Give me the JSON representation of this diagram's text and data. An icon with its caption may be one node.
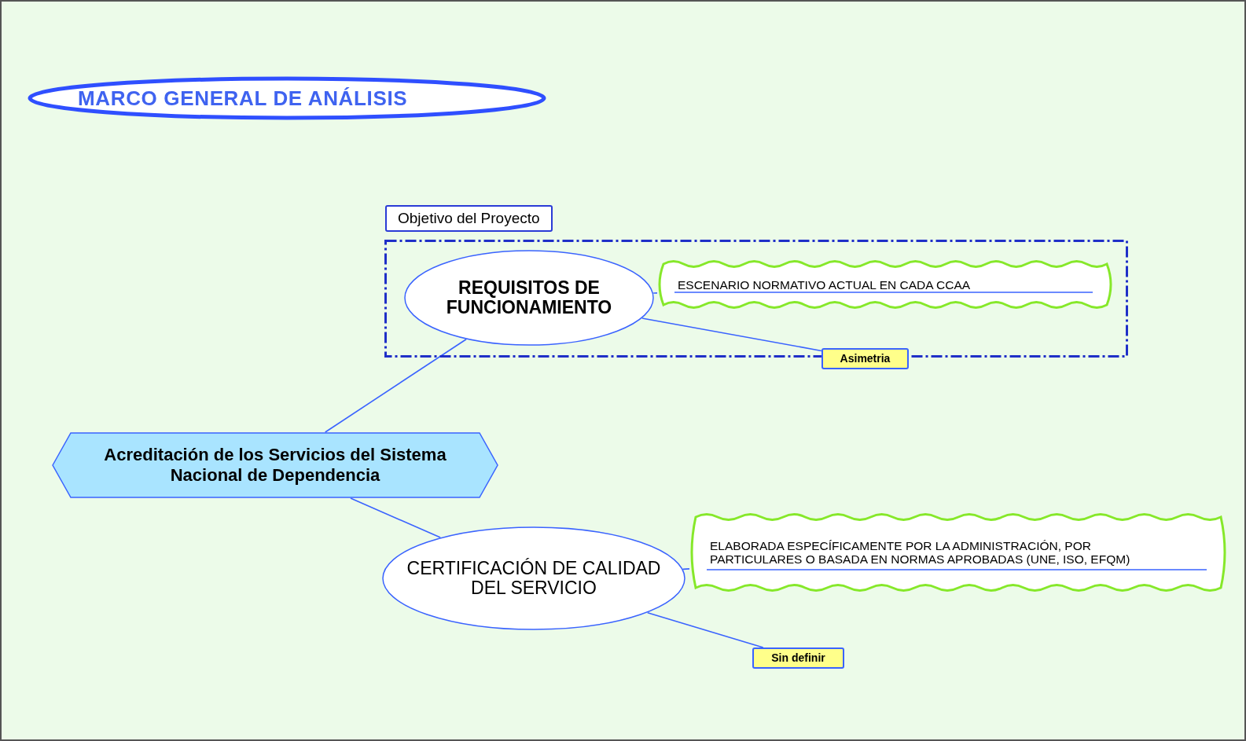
{
  "diagram": {
    "nodes": [
      {
        "text": [
          "MARCO GENERAL DE ANÁLISIS"
        ]
      },
      {
        "text": [
          "Acreditación de los Servicios del Sistema Nacional de Dependencia"
        ]
      },
      {
        "text": [
          "Objetivo del Proyecto"
        ]
      },
      {
        "text": [
          "REQUISITOS DE FUNCIONAMIENTO"
        ],
        "in": 2
      },
      {
        "text": [
          "ESCENARIO NORMATIVO ACTUAL EN CADA CCAA"
        ],
        "in": 2
      },
      {
        "text": [
          "Asimetria"
        ]
      },
      {
        "text": [
          "CERTIFICACIÓN DE CALIDAD DEL SERVICIO"
        ]
      },
      {
        "text": [
          "ELABORADA ESPECÍFICAMENTE POR LA ADMINISTRACIÓN, POR PARTICULARES O BASADA EN NORMAS APROBADAS (UNE, ISO, EFQM)"
        ]
      },
      {
        "text": [
          "Sin definir"
        ]
      }
    ],
    "edges": [
      {
        "from": 1,
        "to": 3,
        "arrow": "none"
      },
      {
        "from": 1,
        "to": 6,
        "arrow": "none"
      },
      {
        "from": 3,
        "to": 4,
        "arrow": "none"
      },
      {
        "from": 3,
        "to": 5,
        "arrow": "none"
      },
      {
        "from": 6,
        "to": 7,
        "arrow": "none"
      },
      {
        "from": 6,
        "to": 8,
        "arrow": "none"
      }
    ]
  }
}
